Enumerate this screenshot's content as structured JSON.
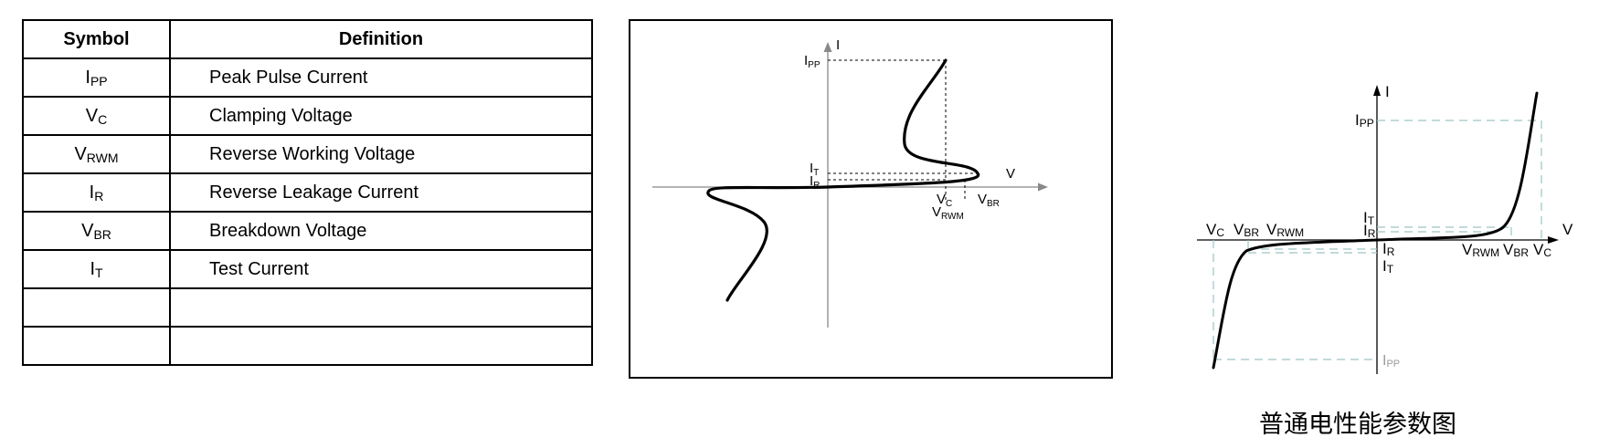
{
  "table": {
    "headers": {
      "symbol": "Symbol",
      "definition": "Definition"
    },
    "rows": [
      {
        "sym_base": "I",
        "sym_sub": "PP",
        "definition": "Peak Pulse Current"
      },
      {
        "sym_base": "V",
        "sym_sub": "C",
        "definition": "Clamping Voltage"
      },
      {
        "sym_base": "V",
        "sym_sub": "RWM",
        "definition": "Reverse Working Voltage"
      },
      {
        "sym_base": "I",
        "sym_sub": "R",
        "definition": "Reverse Leakage Current"
      },
      {
        "sym_base": "V",
        "sym_sub": "BR",
        "definition": "Breakdown Voltage"
      },
      {
        "sym_base": "I",
        "sym_sub": "T",
        "definition": "Test Current"
      },
      {
        "sym_base": "",
        "sym_sub": "",
        "definition": ""
      },
      {
        "sym_base": "",
        "sym_sub": "",
        "definition": ""
      }
    ]
  },
  "diagram_left": {
    "axis_i": "I",
    "axis_v": "V",
    "ipp": {
      "base": "I",
      "sub": "PP"
    },
    "it": {
      "base": "I",
      "sub": "T"
    },
    "ir": {
      "base": "I",
      "sub": "R"
    },
    "vc": {
      "base": "V",
      "sub": "C"
    },
    "vrwm": {
      "base": "V",
      "sub": "RWM"
    },
    "vbr": {
      "base": "V",
      "sub": "BR"
    }
  },
  "diagram_right": {
    "axis_i": "I",
    "axis_v": "V",
    "ipp_top": {
      "base": "I",
      "sub": "PP"
    },
    "it_top": {
      "base": "I",
      "sub": "T"
    },
    "ir_top": {
      "base": "I",
      "sub": "R"
    },
    "ir_bottom": {
      "base": "I",
      "sub": "R"
    },
    "it_bottom": {
      "base": "I",
      "sub": "T"
    },
    "ipp_bottom": {
      "base": "I",
      "sub": "PP"
    },
    "vc_left": {
      "base": "V",
      "sub": "C"
    },
    "vbr_left": {
      "base": "V",
      "sub": "BR"
    },
    "vrwm_left": {
      "base": "V",
      "sub": "RWM"
    },
    "vrwm_right": {
      "base": "V",
      "sub": "RWM"
    },
    "vbr_right": {
      "base": "V",
      "sub": "BR"
    },
    "vc_right": {
      "base": "V",
      "sub": "C"
    },
    "caption": "普通电性能参数图"
  },
  "colors": {
    "curve": "#000000",
    "axis": "#888888",
    "guide": "#9ec3c3"
  }
}
